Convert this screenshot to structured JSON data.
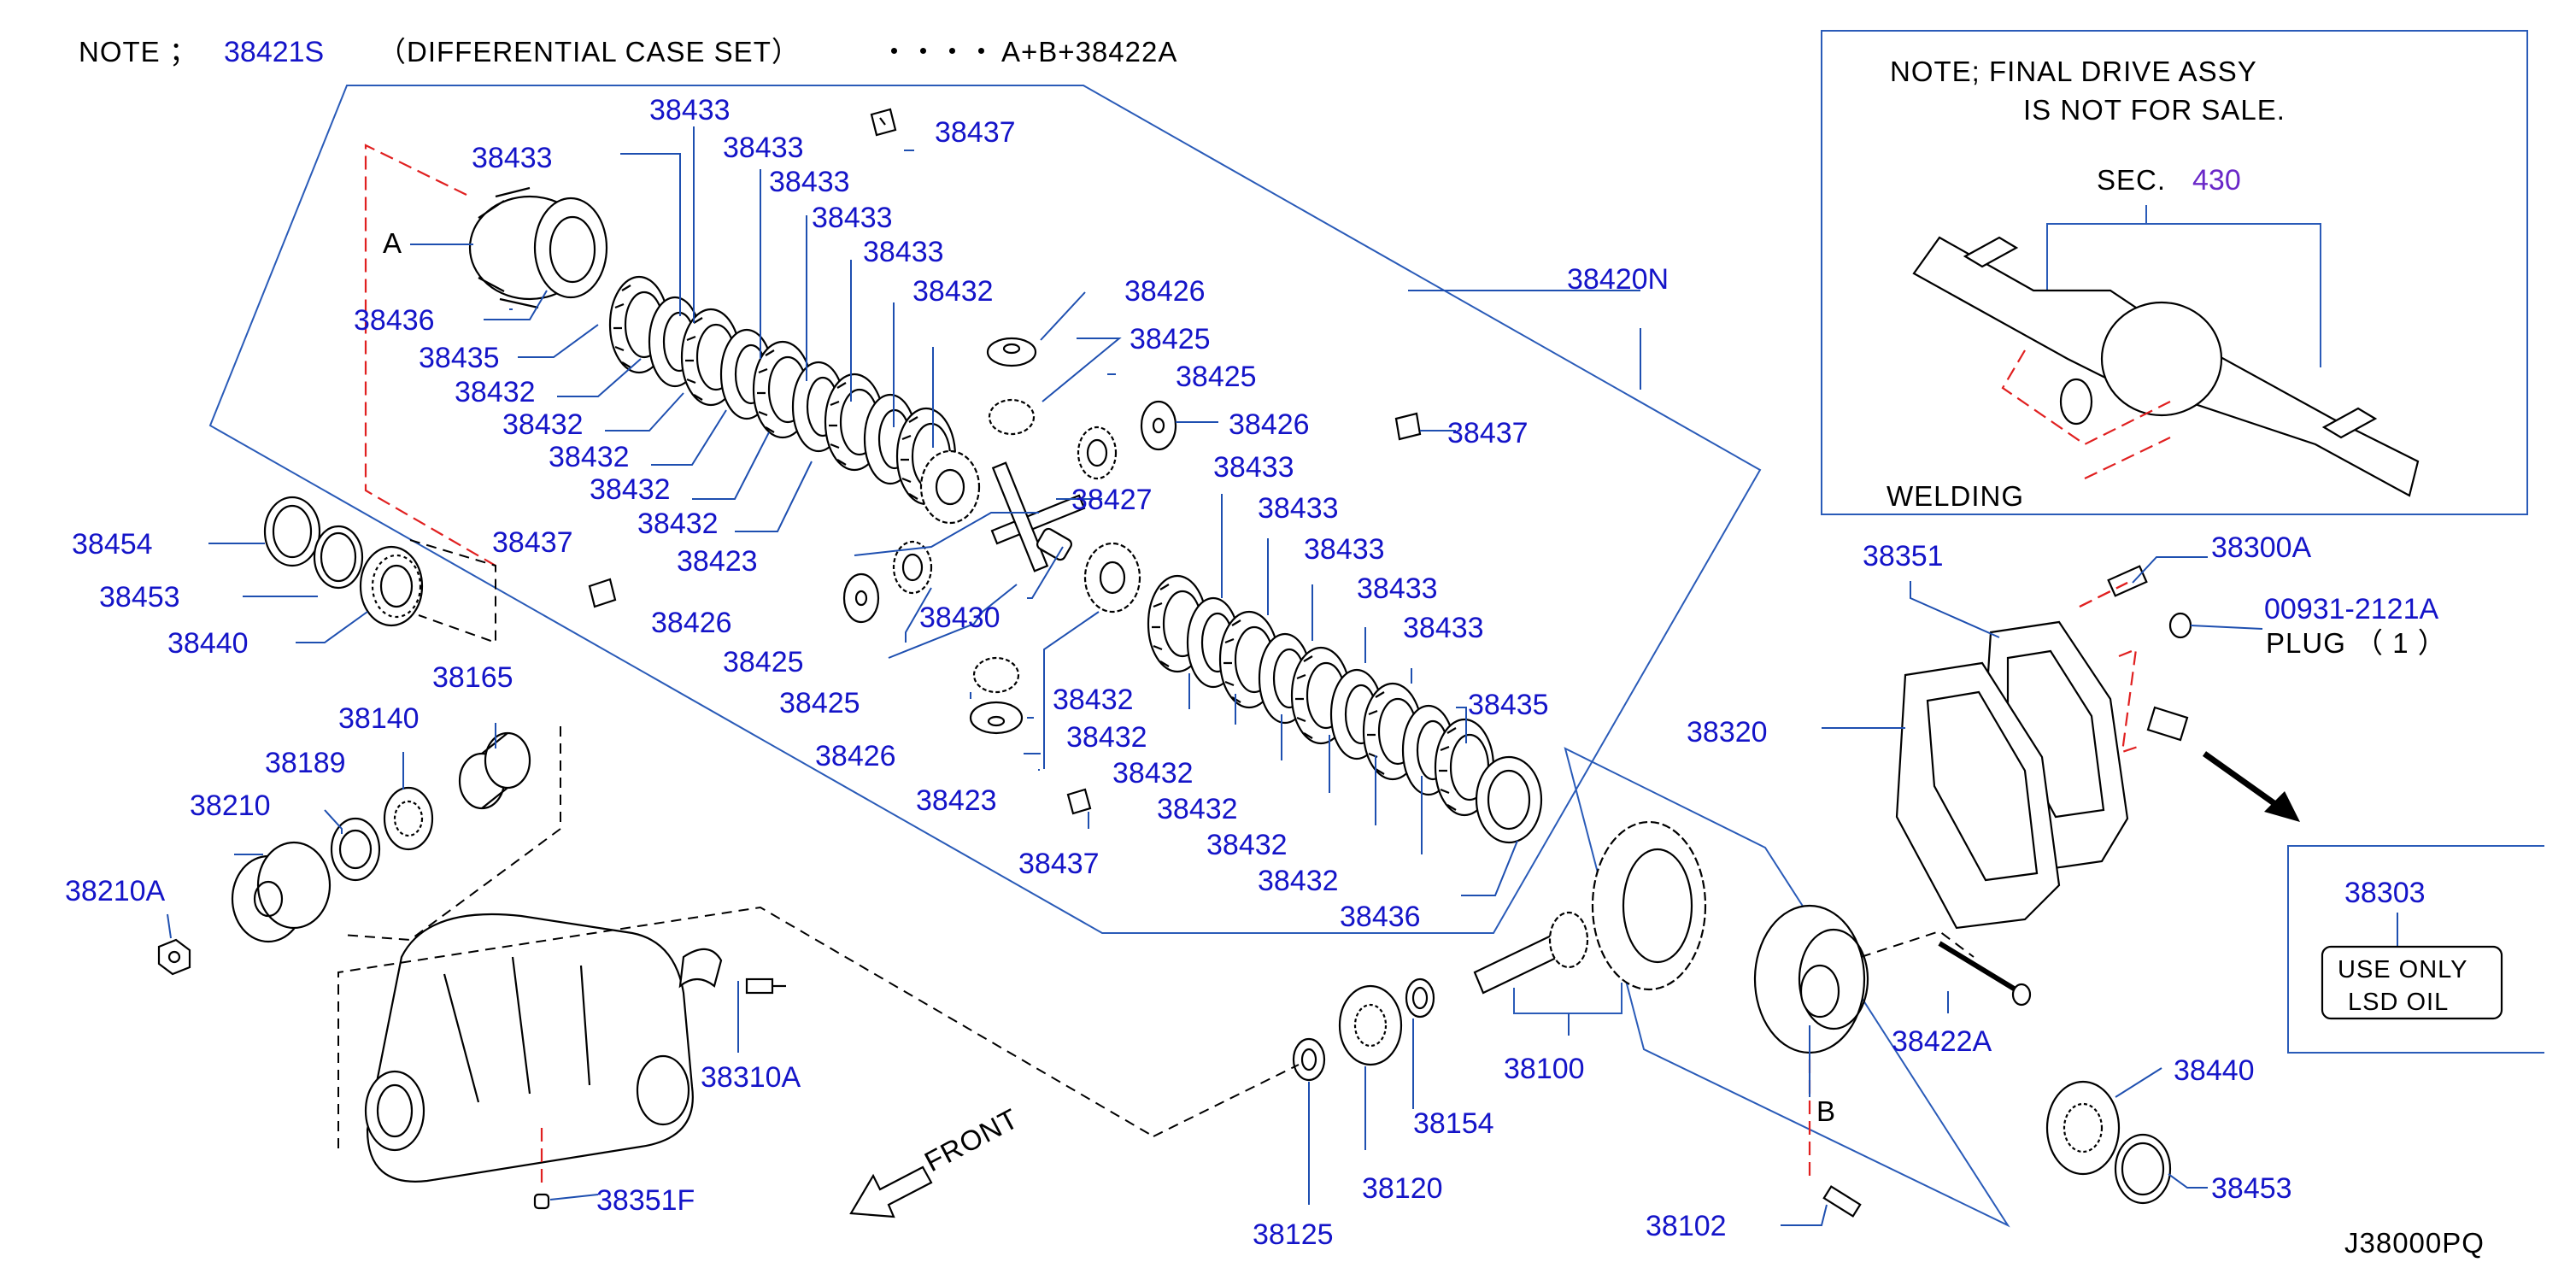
{
  "header_note": {
    "prefix": "NOTE ；",
    "part": "38421S",
    "desc": "（DIFFERENTIAL  CASE  SET）",
    "dots": "・・・・",
    "formula": "A+B+38422A"
  },
  "inset_note": {
    "line1": "NOTE;  FINAL  DRIVE  ASSY",
    "line2": "IS  NOT  FOR  SALE.",
    "sec_prefix": "SEC.",
    "sec_number": "430",
    "welding": "WELDING"
  },
  "plug_label": "PLUG （ 1 ）",
  "oil_box": {
    "part": "38303",
    "line1": "USE  ONLY",
    "line2": "LSD  OIL"
  },
  "front_label": "FRONT",
  "drawing_id": "J38000PQ",
  "markers": {
    "a": "A",
    "b": "B"
  },
  "parts": {
    "p38433_a": "38433",
    "p38433_b": "38433",
    "p38433_c": "38433",
    "p38433_d": "38433",
    "p38433_e": "38433",
    "p38433_f": "38433",
    "p38436_a": "38436",
    "p38435_a": "38435",
    "p38432_a": "38432",
    "p38432_b": "38432",
    "p38432_c": "38432",
    "p38432_d": "38432",
    "p38432_e": "38432",
    "p38432_f": "38432",
    "p38437_a": "38437",
    "p38437_b": "38437",
    "p38437_c": "38437",
    "p38437_d": "38437",
    "p38426_a": "38426",
    "p38426_b": "38426",
    "p38426_c": "38426",
    "p38426_d": "38426",
    "p38425_a": "38425",
    "p38425_b": "38425",
    "p38425_c": "38425",
    "p38425_d": "38425",
    "p38427": "38427",
    "p38423_a": "38423",
    "p38423_b": "38423",
    "p38430": "38430",
    "p38420N": "38420N",
    "p38433_g": "38433",
    "p38433_h": "38433",
    "p38433_i": "38433",
    "p38433_j": "38433",
    "p38433_k": "38433",
    "p38435_b": "38435",
    "p38432_g": "38432",
    "p38432_h": "38432",
    "p38432_i": "38432",
    "p38432_j": "38432",
    "p38432_k": "38432",
    "p38432_l": "38432",
    "p38436_b": "38436",
    "p38454": "38454",
    "p38453_a": "38453",
    "p38440_a": "38440",
    "p38165": "38165",
    "p38140": "38140",
    "p38189": "38189",
    "p38210": "38210",
    "p38210A": "38210A",
    "p38310A": "38310A",
    "p38351F": "38351F",
    "p38351": "38351",
    "p38300A": "38300A",
    "p00931": "00931-2121A",
    "p38320": "38320",
    "p38100": "38100",
    "p38154": "38154",
    "p38120": "38120",
    "p38125": "38125",
    "p38422A": "38422A",
    "p38440_b": "38440",
    "p38453_b": "38453",
    "p38102": "38102"
  }
}
